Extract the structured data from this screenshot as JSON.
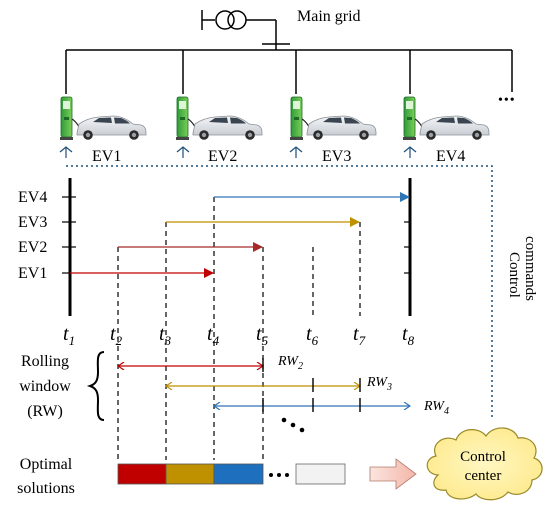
{
  "grid": {
    "label": "Main grid"
  },
  "evs": [
    {
      "label": "EV1"
    },
    {
      "label": "EV2"
    },
    {
      "label": "EV3"
    },
    {
      "label": "EV4"
    }
  ],
  "more_symbol": "•••",
  "control": {
    "label_line1": "Control",
    "label_line2": "commands"
  },
  "timeline": {
    "row_labels": [
      "EV4",
      "EV3",
      "EV2",
      "EV1"
    ],
    "time_labels": [
      {
        "base": "t",
        "sub": "1"
      },
      {
        "base": "t",
        "sub": "2"
      },
      {
        "base": "t",
        "sub": "3"
      },
      {
        "base": "t",
        "sub": "4"
      },
      {
        "base": "t",
        "sub": "5"
      },
      {
        "base": "t",
        "sub": "6"
      },
      {
        "base": "t",
        "sub": "7"
      },
      {
        "base": "t",
        "sub": "8"
      }
    ],
    "arrows": [
      {
        "ev": "EV1",
        "from": "t1",
        "to": "t4",
        "color": "#c00000"
      },
      {
        "ev": "EV2",
        "from": "t2",
        "to": "t5",
        "color": "#a52a2a"
      },
      {
        "ev": "EV3",
        "from": "t3",
        "to": "t7",
        "color": "#bf9000"
      },
      {
        "ev": "EV4",
        "from": "t4",
        "to": "t8",
        "color": "#2e75b6"
      }
    ]
  },
  "rolling_window": {
    "label_line1": "Rolling",
    "label_line2": "window",
    "label_line3": "(RW)",
    "windows": [
      {
        "base": "RW",
        "sub": "2",
        "color": "#c00000"
      },
      {
        "base": "RW",
        "sub": "3",
        "color": "#bf9000"
      },
      {
        "base": "RW",
        "sub": "4",
        "color": "#2e75b6"
      }
    ],
    "more_symbol": "•••"
  },
  "solutions": {
    "label_line1": "Optimal",
    "label_line2": "solutions",
    "block_colors": [
      "#c00000",
      "#bf9000",
      "#1f6fbf",
      "#f2f2f2"
    ],
    "more_symbol": "•••"
  },
  "control_center": {
    "label_line1": "Control",
    "label_line2": "center"
  }
}
